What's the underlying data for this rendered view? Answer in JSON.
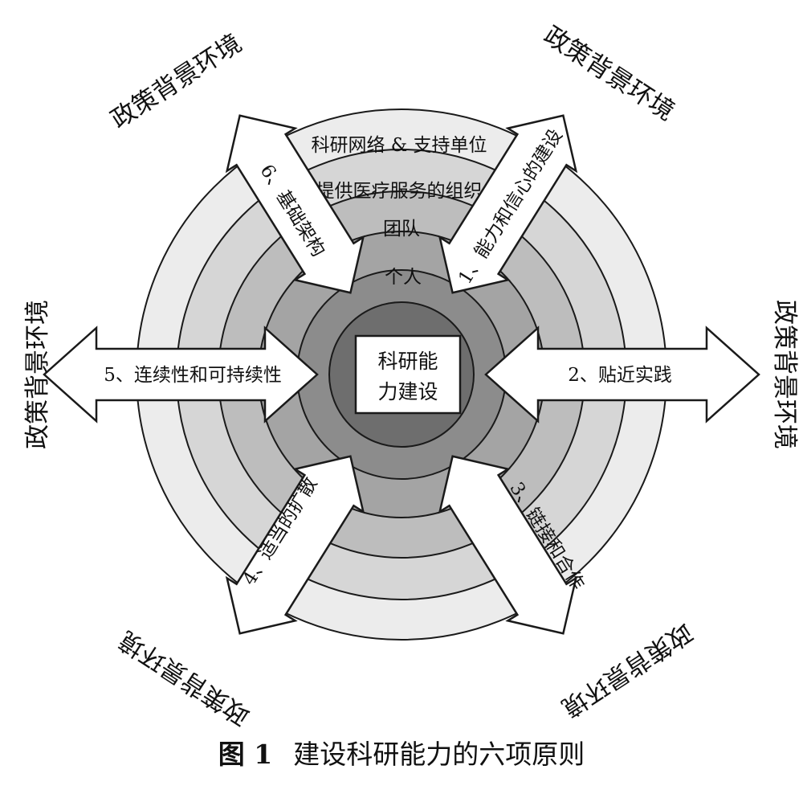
{
  "center": {
    "line1": "科研能",
    "line2": "力建设"
  },
  "rings": {
    "outer": "科研网络 & 支持单位",
    "second": "提供医疗服务的组织",
    "third": "团队",
    "inner": "个人"
  },
  "principles": [
    "1、能力和信心的建设",
    "2、贴近实践",
    "3、链接和合作",
    "4、适当的扩散",
    "5、连续性和可持续性",
    "6、基础架构"
  ],
  "context_label": "政策背景环境",
  "caption": {
    "number": "图 1",
    "text": "建设科研能力的六项原则"
  },
  "colors": {
    "ring_outer": "#ececec",
    "ring_2": "#d6d6d6",
    "ring_3": "#bdbdbd",
    "ring_4": "#a4a4a4",
    "ring_5": "#8c8c8c",
    "core": "#6e6e6e",
    "arrow_fill": "#ffffff",
    "stroke": "#1a1a1a"
  }
}
